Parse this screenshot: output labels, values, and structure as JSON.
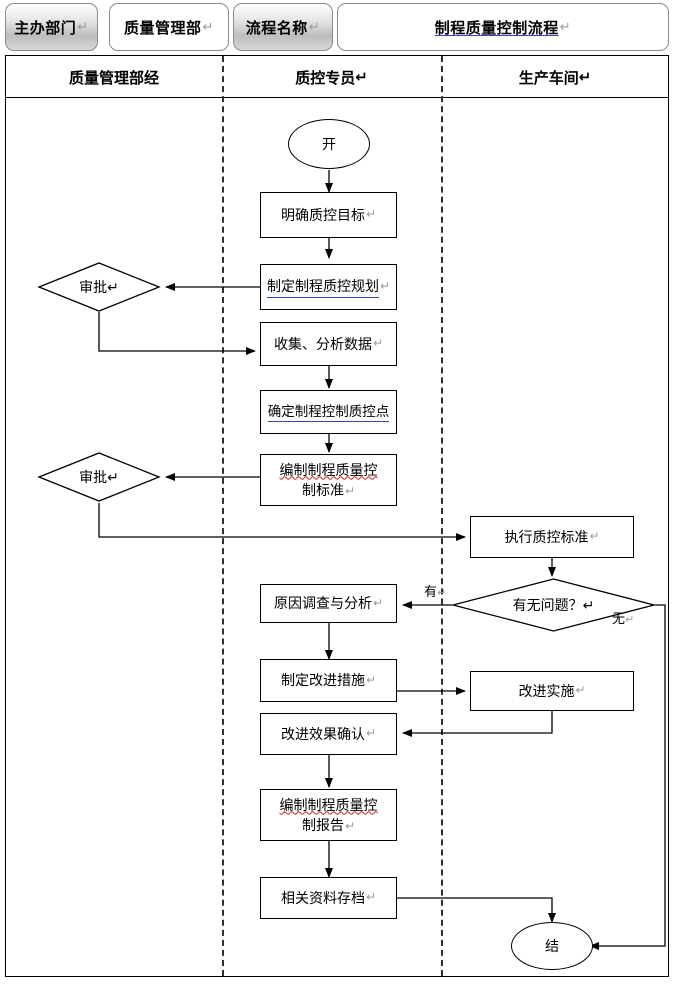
{
  "header": {
    "tabs": [
      {
        "label": "主办部门",
        "style": "shaded",
        "pilcrow": "↵"
      },
      {
        "label": "质量管理部",
        "style": "plain",
        "pilcrow": "↵"
      },
      {
        "label": "流程名称",
        "style": "shaded",
        "pilcrow": "↵"
      },
      {
        "label": "制程质量控制流程",
        "style": "plain",
        "pilcrow": "↵"
      }
    ],
    "process_title": "制程质量控制流程"
  },
  "lanes": [
    {
      "label": "质量管理部经",
      "pilcrow": ""
    },
    {
      "label": "质控专员",
      "pilcrow": "↵"
    },
    {
      "label": "生产车间",
      "pilcrow": "↵"
    }
  ],
  "nodes": {
    "start": {
      "label": "开",
      "shape": "oval",
      "lane": "质控专员"
    },
    "n1": {
      "label": "明确质控目标",
      "shape": "box",
      "lane": "质控专员",
      "pilcrow": "↵"
    },
    "n2": {
      "label": "制定制程质控规划",
      "shape": "box",
      "lane": "质控专员",
      "pilcrow": "↵"
    },
    "d1": {
      "label": "审批",
      "shape": "diamond",
      "lane": "质量管理部经",
      "pilcrow": "↵"
    },
    "n3": {
      "label": "收集、分析数据",
      "shape": "box",
      "lane": "质控专员",
      "pilcrow": "↵"
    },
    "n4": {
      "label": "确定制程控制质控点",
      "shape": "box",
      "lane": "质控专员",
      "pilcrow": ""
    },
    "n5": {
      "label_line1": "编制制程质量控",
      "label_line2": "制标准",
      "shape": "box",
      "lane": "质控专员",
      "pilcrow": "↵"
    },
    "d2": {
      "label": "审批",
      "shape": "diamond",
      "lane": "质量管理部经",
      "pilcrow": "↵"
    },
    "n6": {
      "label": "执行质控标准",
      "shape": "box",
      "lane": "生产车间",
      "pilcrow": "↵"
    },
    "d3": {
      "label": "有无问题？",
      "shape": "diamond",
      "lane": "生产车间",
      "pilcrow": "↵"
    },
    "n7": {
      "label": "原因调查与分析",
      "shape": "box",
      "lane": "质控专员",
      "pilcrow": "↵"
    },
    "n8": {
      "label": "制定改进措施",
      "shape": "box",
      "lane": "质控专员",
      "pilcrow": "↵"
    },
    "n9": {
      "label": "改进实施",
      "shape": "box",
      "lane": "生产车间",
      "pilcrow": "↵"
    },
    "n10": {
      "label": "改进效果确认",
      "shape": "box",
      "lane": "质控专员",
      "pilcrow": "↵"
    },
    "n11": {
      "label_line1": "编制制程质量控",
      "label_line2": "制报告",
      "shape": "box",
      "lane": "质控专员",
      "pilcrow": "↵"
    },
    "n12": {
      "label": "相关资料存档",
      "shape": "box",
      "lane": "质控专员",
      "pilcrow": "↵"
    },
    "end": {
      "label": "结",
      "shape": "oval",
      "lane": "生产车间"
    }
  },
  "edge_labels": {
    "yes": {
      "label": "有",
      "pilcrow": "↵"
    },
    "no": {
      "label": "无",
      "pilcrow": "↵"
    }
  },
  "colors": {
    "line": "#000000",
    "lane_divider": "#2f2f2f",
    "spell_blue": "#2b4ea2",
    "spell_red": "#cc2222",
    "tab_shade_top": "#ffffff",
    "tab_shade_mid": "#bdbdbd",
    "background": "#ffffff"
  }
}
